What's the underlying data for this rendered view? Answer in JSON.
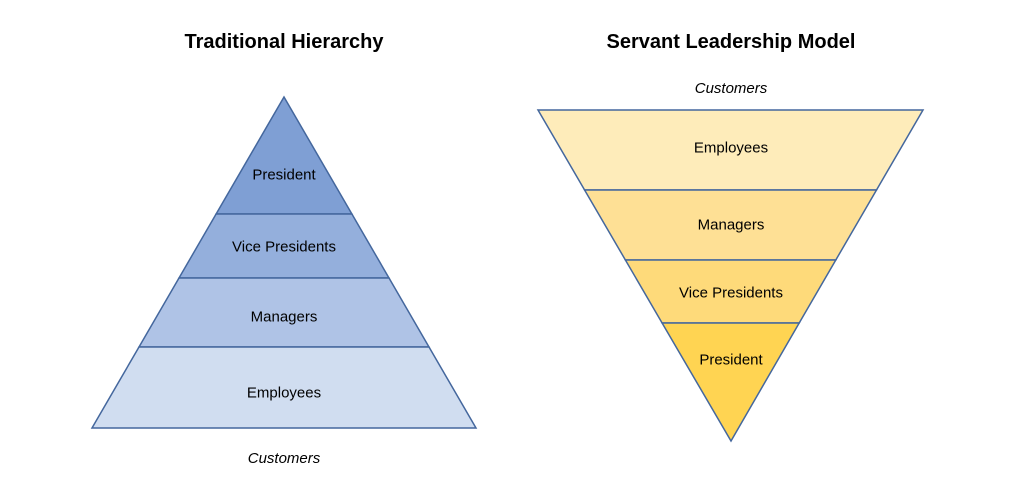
{
  "left_diagram": {
    "title": "Traditional Hierarchy",
    "footer_label": "Customers",
    "outline_color": "#44679D",
    "layers": [
      {
        "label": "President",
        "fill": "#7F9FD4"
      },
      {
        "label": "Vice Presidents",
        "fill": "#94AFDC"
      },
      {
        "label": "Managers",
        "fill": "#AFC3E6"
      },
      {
        "label": "Employees",
        "fill": "#D0DDF0"
      }
    ]
  },
  "right_diagram": {
    "title": "Servant Leadership Model",
    "header_label": "Customers",
    "outline_color": "#44679D",
    "layers": [
      {
        "label": "Employees",
        "fill": "#FEECBA"
      },
      {
        "label": "Managers",
        "fill": "#FEE095"
      },
      {
        "label": "Vice Presidents",
        "fill": "#FEDA7A"
      },
      {
        "label": "President",
        "fill": "#FFD452"
      }
    ]
  }
}
